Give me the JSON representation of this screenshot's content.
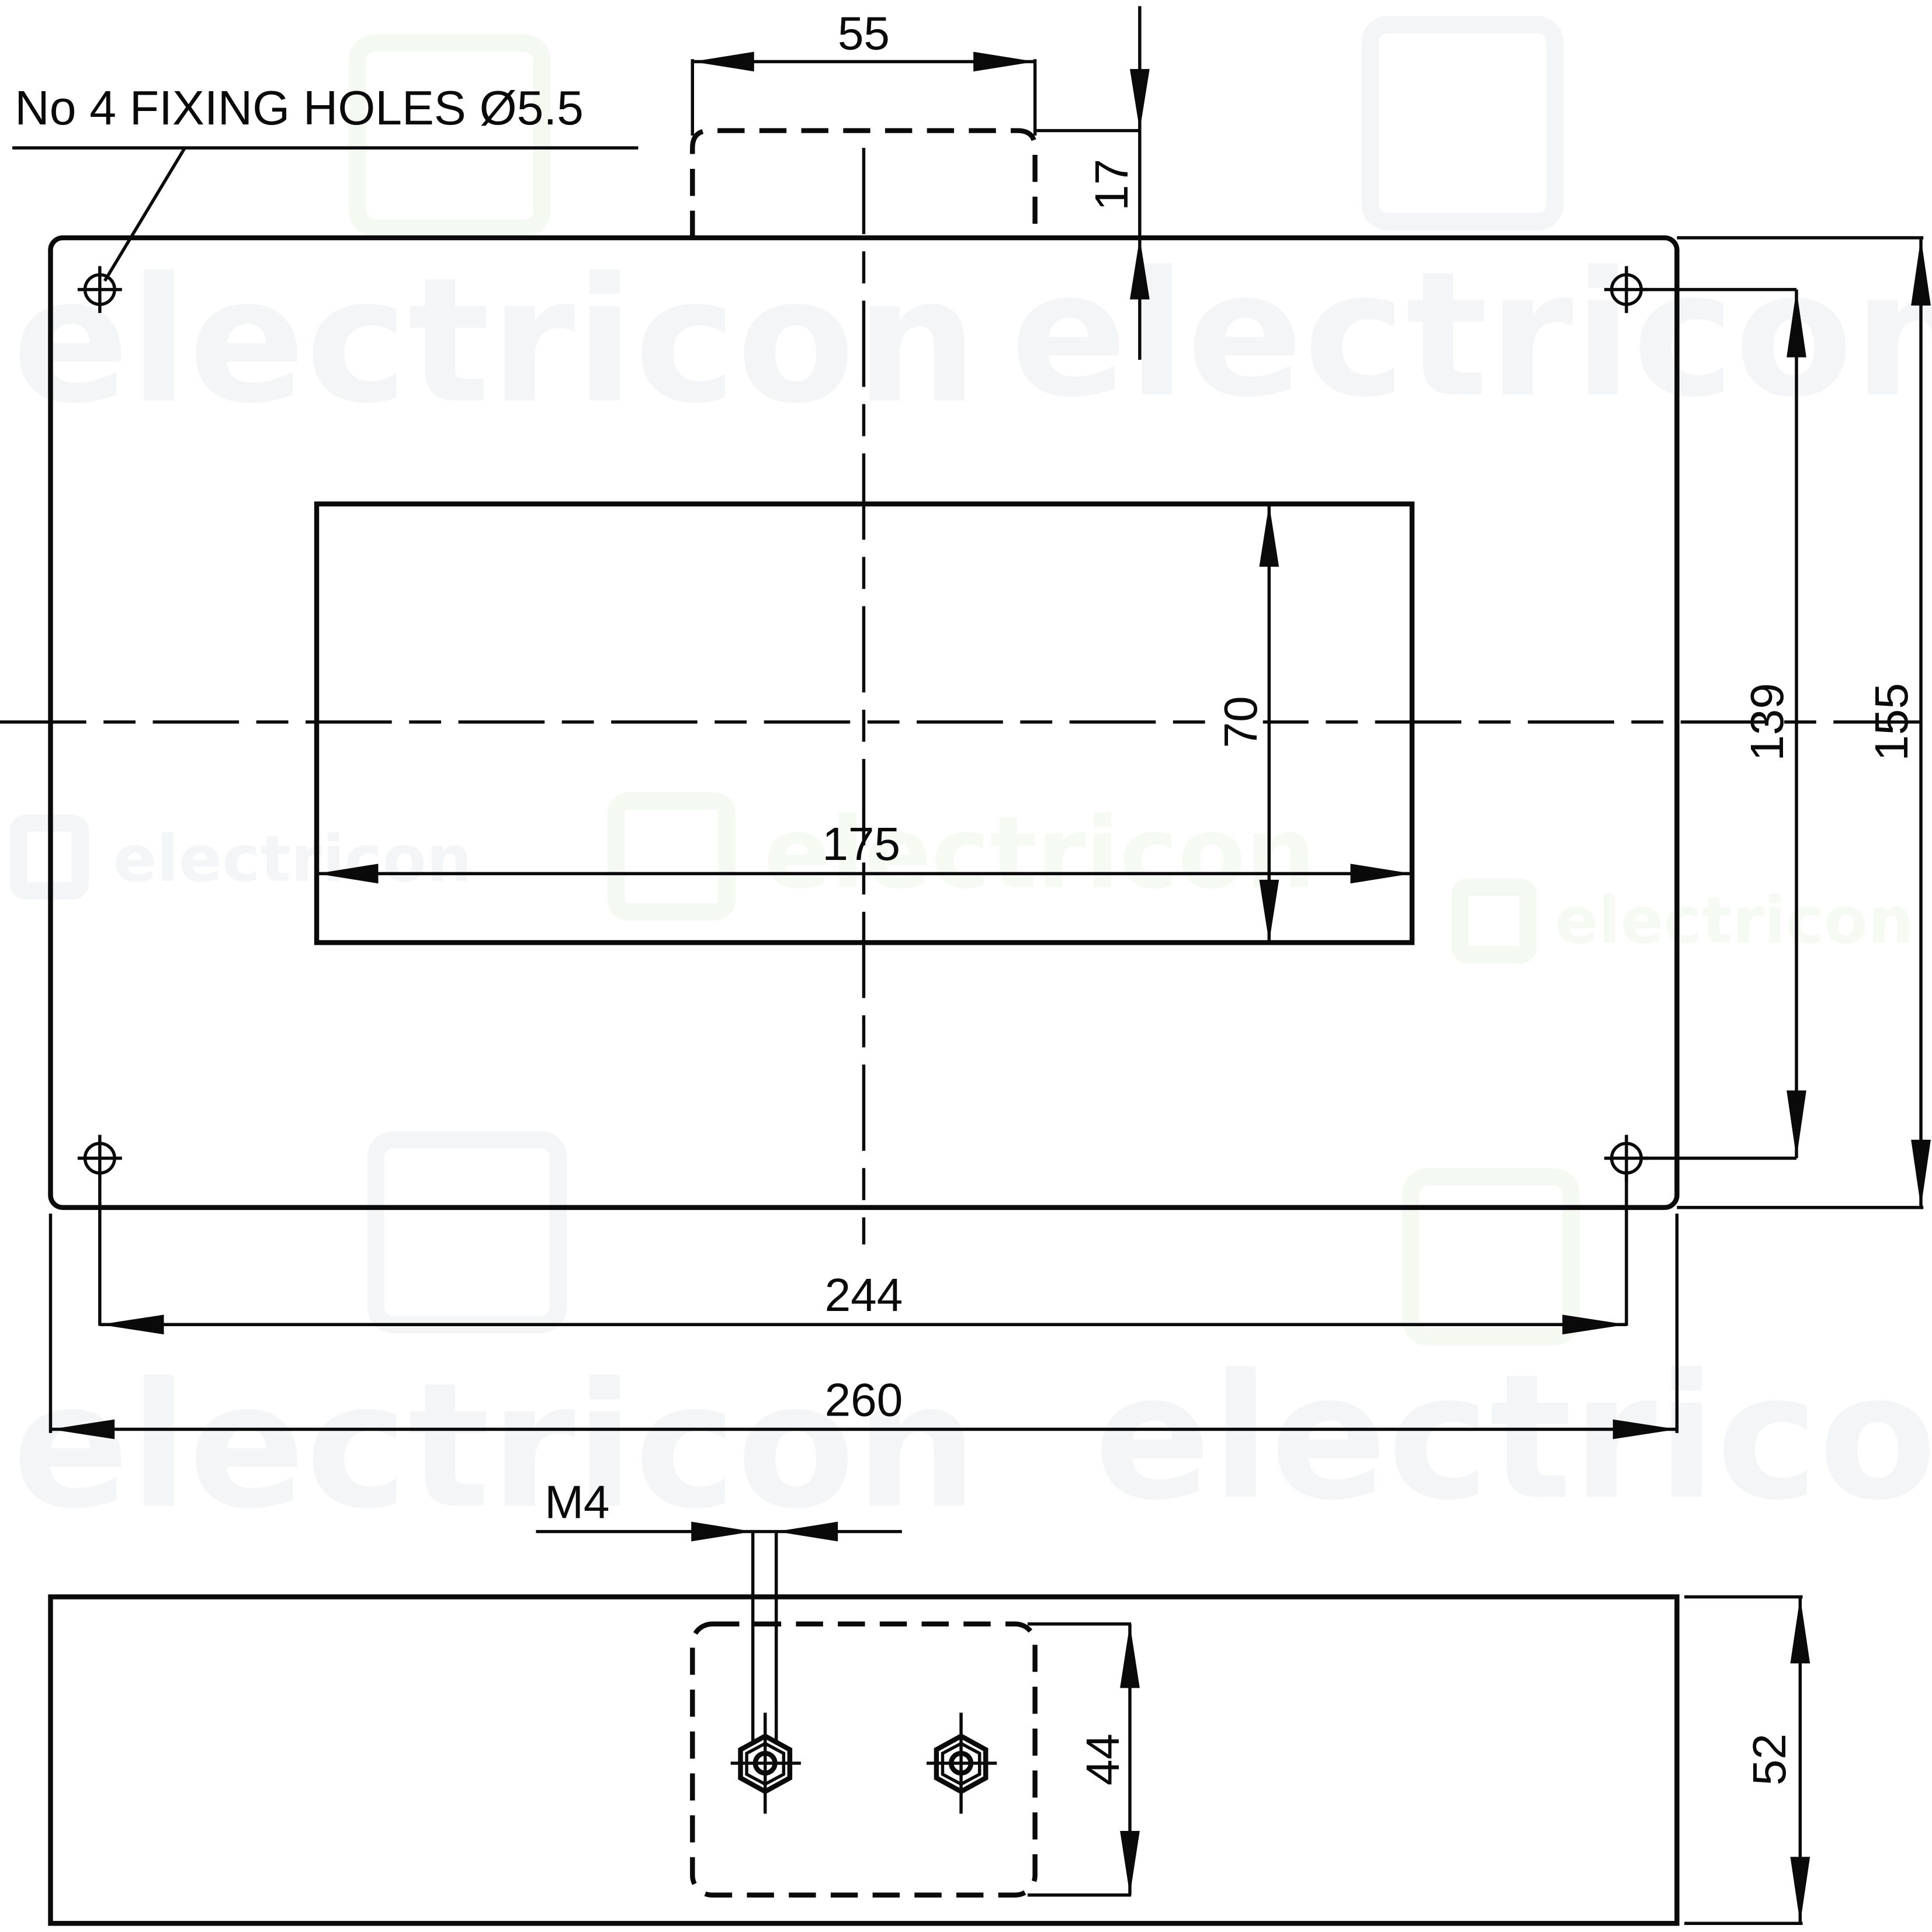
{
  "drawing": {
    "note": "No 4 FIXING HOLES Ø5.5",
    "watermark": "electricon",
    "line_color": "#0a0a0a",
    "watermark_color": "#f3f5f6",
    "dimensions": {
      "terminal_box_width": "55",
      "terminal_box_depth": "17",
      "cutout_height": "70",
      "cutout_width": "175",
      "hole_vertical_pitch": "139",
      "overall_height": "155",
      "hole_horizontal_pitch": "244",
      "overall_width": "260",
      "thread": "M4",
      "terminal_box_height_side": "44",
      "overall_depth": "52"
    }
  }
}
